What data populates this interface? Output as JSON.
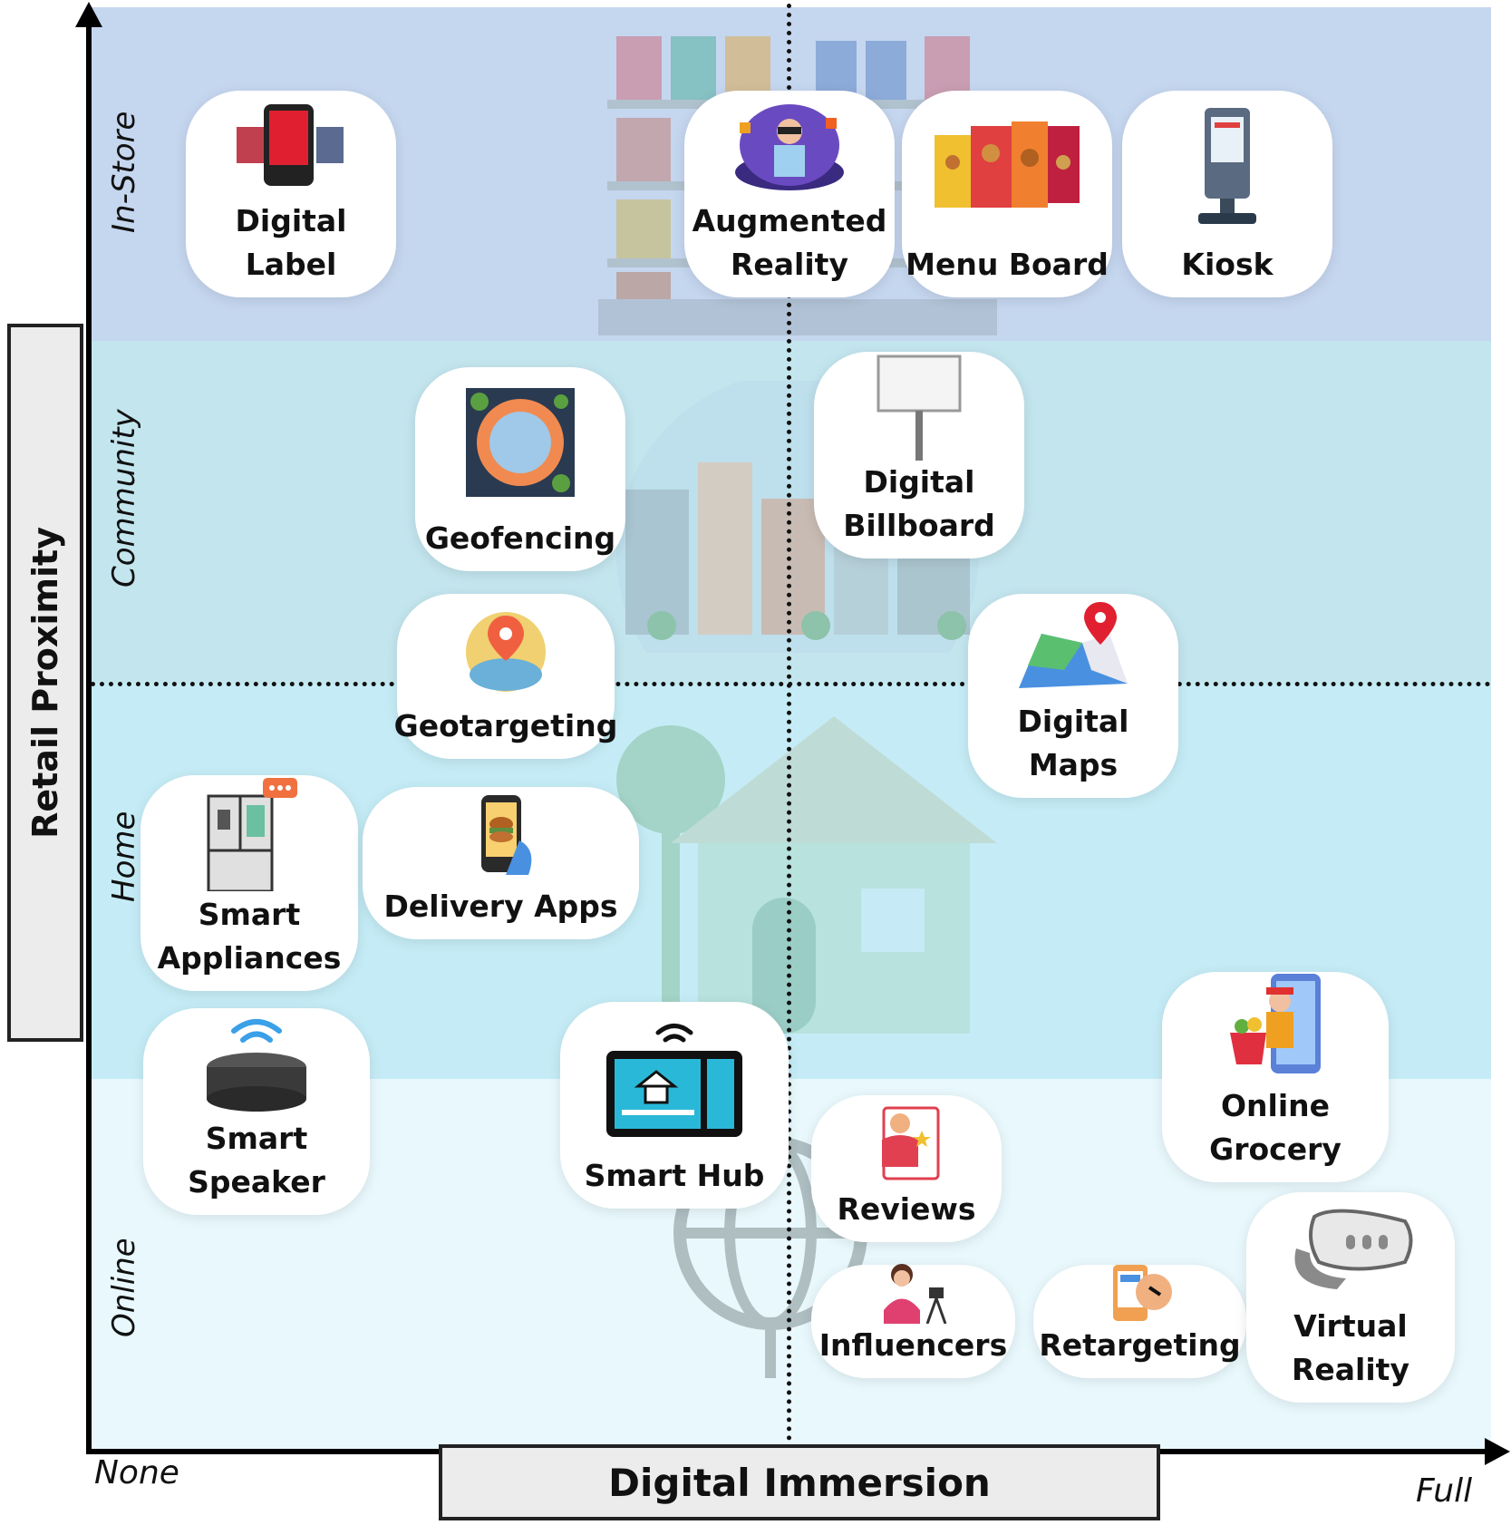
{
  "axes": {
    "y_title": "Retail Proximity",
    "x_title": "Digital Immersion",
    "x_min_label": "None",
    "x_max_label": "Full"
  },
  "bands": {
    "in_store": "In-Store",
    "community": "Community",
    "home": "Home",
    "online": "Online"
  },
  "items": {
    "digital_label": "Digital Label",
    "augmented_reality": "Augmented\nReality",
    "menu_board": "Menu Board",
    "kiosk": "Kiosk",
    "geofencing": "Geofencing",
    "digital_billboard": "Digital\nBillboard",
    "geotargeting": "Geotargeting",
    "digital_maps": "Digital Maps",
    "smart_appliances": "Smart\nAppliances",
    "delivery_apps": "Delivery Apps",
    "smart_speaker": "Smart\nSpeaker",
    "smart_hub": "Smart Hub",
    "online_grocery": "Online\nGrocery",
    "reviews": "Reviews",
    "influencers": "Influencers",
    "retargeting": "Retargeting",
    "virtual_reality": "Virtual\nReality"
  },
  "colors": {
    "in_store_band": "#c5d6ef",
    "community_band": "#c3e5ee",
    "home_band": "#c5ecf6",
    "online_band": "#e8f8fc"
  }
}
